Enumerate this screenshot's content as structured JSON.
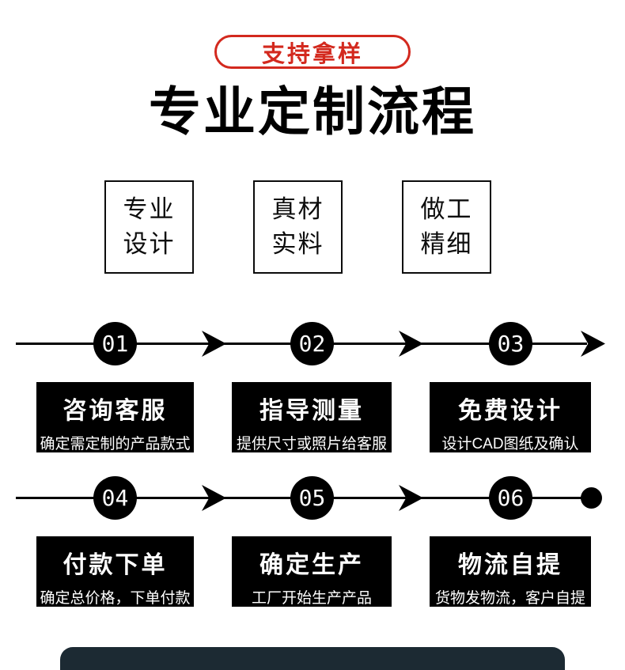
{
  "badge": {
    "label": "支持拿样"
  },
  "title": "专业定制流程",
  "features": [
    {
      "line1": "专业",
      "line2": "设计"
    },
    {
      "line1": "真材",
      "line2": "实料"
    },
    {
      "line1": "做工",
      "line2": "精细"
    }
  ],
  "process": {
    "rows": [
      {
        "end_marker": "arrow",
        "steps": [
          {
            "number": "01",
            "title": "咨询客服",
            "desc": "确定需定制的产品款式"
          },
          {
            "number": "02",
            "title": "指导测量",
            "desc": "提供尺寸或照片给客服"
          },
          {
            "number": "03",
            "title": "免费设计",
            "desc": "设计CAD图纸及确认"
          }
        ]
      },
      {
        "end_marker": "dot",
        "steps": [
          {
            "number": "04",
            "title": "付款下单",
            "desc": "确定总价格，下单付款"
          },
          {
            "number": "05",
            "title": "确定生产",
            "desc": "工厂开始生产产品"
          },
          {
            "number": "06",
            "title": "物流自提",
            "desc": "货物发物流，客户自提"
          }
        ]
      }
    ]
  },
  "colors": {
    "accent_red": "#d3291e",
    "ink_black": "#000000",
    "step_box_bg": "#000000",
    "step_text": "#ffffff",
    "bottom_bar": "#1c2a33"
  }
}
